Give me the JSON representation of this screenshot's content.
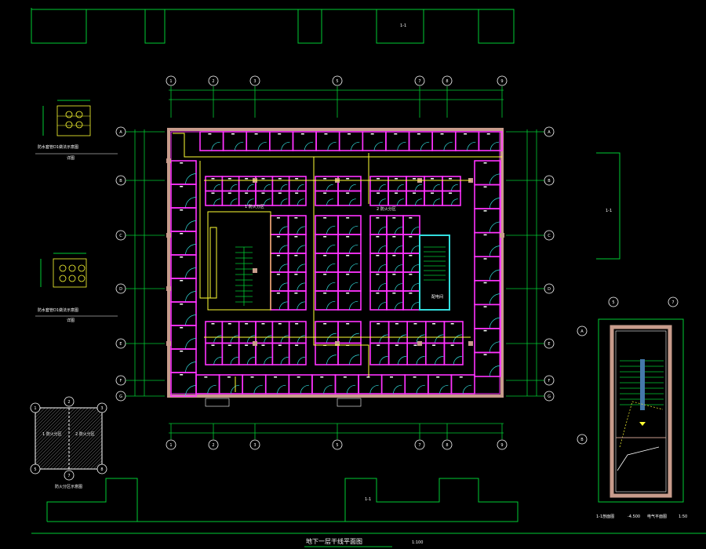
{
  "colors": {
    "background": "#000000",
    "outline": "#00cc33",
    "wall": "#ff33ff",
    "door": "#33dddd",
    "wire": "#ffff33",
    "structure": "#c89c8c",
    "text": "#ffffff"
  },
  "main_plan": {
    "title": "地下一层干线平面图",
    "scale": "1:100"
  },
  "top_axes": [
    "1",
    "2",
    "3",
    "5",
    "7",
    "8",
    "9"
  ],
  "left_axes": [
    "A",
    "B",
    "C",
    "D",
    "E",
    "F",
    "G"
  ],
  "section_marks": {
    "top": "1-1",
    "right": "1-1",
    "bottom": "1-1"
  },
  "details": [
    {
      "title": "防水套管D1做法示意图",
      "subtitle": "详图"
    },
    {
      "title": "防水套管D1做法示意图",
      "subtitle": "详图"
    }
  ],
  "area_diagram": {
    "title": "防火分区示意图",
    "zone_left": "1 防火分区",
    "zone_right": "2 防火分区"
  },
  "stair_detail": {
    "title": "1-1剖面图",
    "elevation": "-4.500",
    "subtitle": "电气平面图",
    "scale": "1:50"
  },
  "labels": {
    "corridor_left": "1 防火分区",
    "corridor_right": "2 防火分区",
    "equipment": "配电间"
  }
}
